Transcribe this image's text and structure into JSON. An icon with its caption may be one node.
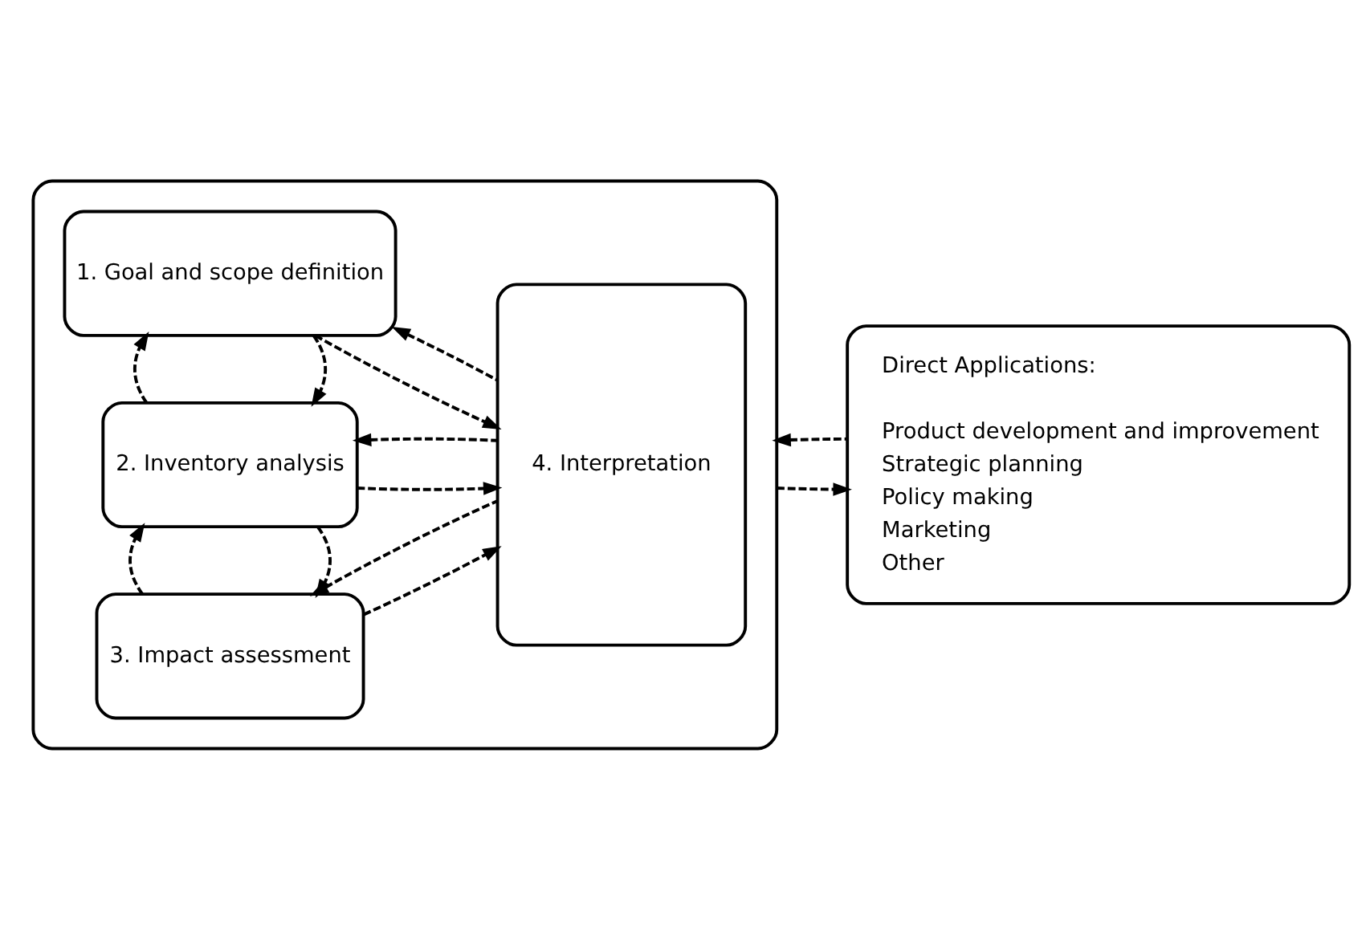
{
  "diagram": {
    "nodes": [
      {
        "text": [],
        "shape": "box"
      },
      {
        "text": [
          "1. Goal and scope definition"
        ],
        "in": 0
      },
      {
        "text": [
          "2. Inventory analysis"
        ],
        "in": 0
      },
      {
        "text": [
          "3. Impact assessment"
        ],
        "in": 0
      },
      {
        "text": [
          "4. Interpretation"
        ],
        "in": 0
      },
      {
        "text": [
          "Direct Applications:",
          "Product development and improvement",
          "Strategic planning",
          "Policy making",
          "Marketing",
          "Other"
        ]
      }
    ],
    "edges": [
      {
        "from": 1,
        "to": 4,
        "arrow": "to",
        "style": "dashed"
      },
      {
        "from": 4,
        "to": 1,
        "arrow": "to",
        "style": "dashed"
      },
      {
        "from": 1,
        "to": 2,
        "arrow": "to",
        "style": "dashed"
      },
      {
        "from": 2,
        "to": 1,
        "arrow": "to",
        "style": "dashed"
      },
      {
        "from": 2,
        "to": 4,
        "arrow": "to",
        "style": "dashed"
      },
      {
        "from": 4,
        "to": 2,
        "arrow": "to",
        "style": "dashed"
      },
      {
        "from": 2,
        "to": 3,
        "arrow": "to",
        "style": "dashed"
      },
      {
        "from": 3,
        "to": 2,
        "arrow": "to",
        "style": "dashed"
      },
      {
        "from": 3,
        "to": 4,
        "arrow": "to",
        "style": "dashed"
      },
      {
        "from": 4,
        "to": 3,
        "arrow": "to",
        "style": "dashed"
      },
      {
        "from": 0,
        "to": 5,
        "arrow": "to",
        "style": "dashed"
      },
      {
        "from": 5,
        "to": 0,
        "arrow": "to",
        "style": "dashed"
      }
    ]
  }
}
